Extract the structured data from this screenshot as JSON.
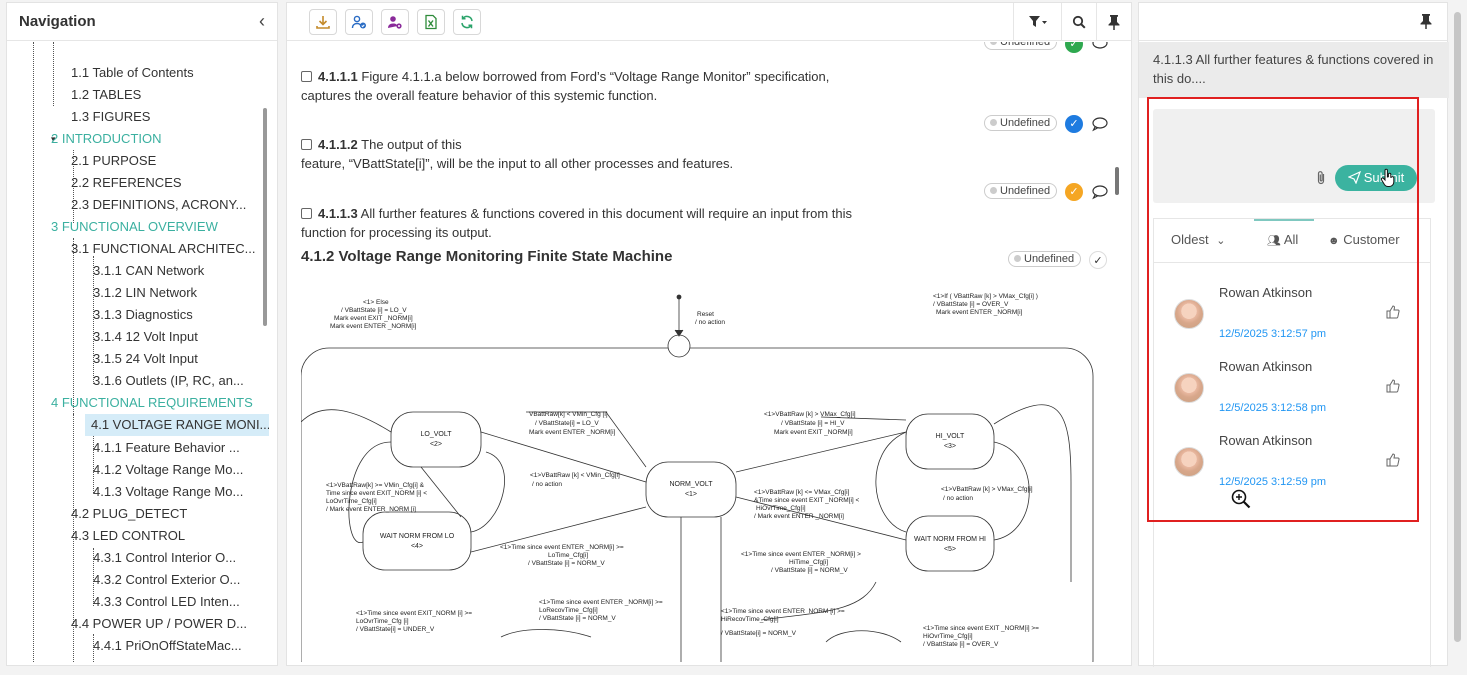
{
  "nav": {
    "title": "Navigation",
    "items": [
      {
        "label": "1.1 Table of Contents",
        "teal": false
      },
      {
        "label": "1.2 TABLES",
        "teal": false
      },
      {
        "label": "1.3 FIGURES",
        "teal": false
      },
      {
        "label": "2 INTRODUCTION",
        "teal": true
      },
      {
        "label": "2.1 PURPOSE",
        "teal": false
      },
      {
        "label": "2.2 REFERENCES",
        "teal": false
      },
      {
        "label": "2.3 DEFINITIONS, ACRONY...",
        "teal": false
      },
      {
        "label": "3 FUNCTIONAL OVERVIEW",
        "teal": true
      },
      {
        "label": "3.1 FUNCTIONAL ARCHITEC...",
        "teal": false
      },
      {
        "label": "3.1.1 CAN Network",
        "teal": false
      },
      {
        "label": "3.1.2 LIN Network",
        "teal": false
      },
      {
        "label": "3.1.3 Diagnostics",
        "teal": false
      },
      {
        "label": "3.1.4 12 Volt Input",
        "teal": false
      },
      {
        "label": "3.1.5 24 Volt Input",
        "teal": false
      },
      {
        "label": "3.1.6 Outlets (IP, RC, an...",
        "teal": false
      },
      {
        "label": "4 FUNCTIONAL REQUIREMENTS",
        "teal": true
      },
      {
        "label": "4.1 VOLTAGE RANGE MONI...",
        "teal": false
      },
      {
        "label": "4.1.1 Feature Behavior ...",
        "teal": false
      },
      {
        "label": "4.1.2 Voltage Range Mo...",
        "teal": false
      },
      {
        "label": "4.1.3 Voltage Range Mo...",
        "teal": false
      },
      {
        "label": "4.2 PLUG_DETECT",
        "teal": false
      },
      {
        "label": "4.3 LED CONTROL",
        "teal": false
      },
      {
        "label": "4.3.1 Control Interior O...",
        "teal": false
      },
      {
        "label": "4.3.2 Control Exterior O...",
        "teal": false
      },
      {
        "label": "4.3.3 Control LED Inten...",
        "teal": false
      },
      {
        "label": "4.4 POWER UP / POWER D...",
        "teal": false
      },
      {
        "label": "4.4.1 PriOnOffStateMac...",
        "teal": false
      }
    ]
  },
  "main": {
    "requirements": [
      {
        "id": "4.1.1.1",
        "line1": " Figure 4.1.1.a below borrowed from Ford’s “Voltage Range Monitor” specification,",
        "line2": "captures the overall feature behavior of this systemic function."
      },
      {
        "id": "4.1.1.2",
        "line1": " The output of this",
        "line2": "feature, “VBattState[i]”, will be the input to all other processes and features."
      },
      {
        "id": "4.1.1.3",
        "line1": " All further features & functions covered in this document will require an input from this",
        "line2": "function for processing its output."
      }
    ],
    "status_label": "Undefined",
    "section_title": "4.1.2 Voltage Range Monitoring Finite State Machine",
    "diagram": {
      "states": [
        "LO_VOLT",
        "<2>",
        "NORM_VOLT",
        "<1>",
        "HI_VOLT",
        "<3>",
        "WAIT NORM FROM LO",
        "<4>",
        "WAIT NORM FROM HI",
        "<5>"
      ],
      "labels": {
        "else1": "<1> Else",
        "else2": "/ VBattState [i] = LO_V",
        "else3": "Mark event EXIT _NORM[i]",
        "else4": "Mark event ENTER _NORM[i]",
        "reset1": "Reset",
        "reset2": "/ no action",
        "if1": "<1>If ( VBattRaw [k] > VMax_Cfg[i] )",
        "if2": "/ VBattState [i] = OVER_V",
        "if3": "Mark event ENTER _NORM[i]",
        "lo1": "VBattRaw[k] < VMin_Cfg [i]",
        "lo2": "/ VBattState[i] = LO_V",
        "lo3": "Mark event ENTER _NORM[i]",
        "hi1": "<1>VBattRaw [k] > VMax_Cfg[i]",
        "hi2": "/ VBattState [i] = HI_V",
        "hi3": "Mark event EXIT _NORM[i]",
        "min1": "<1>VBattRaw [k] < VMin_Cfg[i]",
        "min2": "/ no action",
        "max1": "<1>VBattRaw [k] > VMax_Cfg[i]",
        "max2": "/ no action",
        "w1": "<1>VBattRaw[k] >= VMin_Cfg[i] &",
        "w2": "Time since event EXIT_NORM [i] <",
        "w3": "LoOvrTime_Cfg[i]",
        "w4": "/ Mark event ENTER_NORM [i]",
        "h1": "<1>VBattRaw [k] <= VMax_Cfg[i]",
        "h2": "&Time since event EXIT _NORM[i] <",
        "h3": "HiOvrTime_Cfg[i]",
        "h4": "/ Mark event ENTER _NORM[i]",
        "t1": "<1>Time since event ENTER _NORM[i] >=",
        "t2": "LoTime_Cfg[i]",
        "t3": "/ VBattState [i] = NORM_V",
        "u1": "<1>Time since event ENTER _NORM[i] >",
        "u2": "HiTime_Cfg[i]",
        "u3": "/ VBattState [i] = NORM_V",
        "b1": "<1>Time since event EXIT_NORM [i] >=",
        "b2": "LoOvrTime_Cfg [i]",
        "b3": "/ VBattState[i] = UNDER_V",
        "c1": "<1>Time since event ENTER _NORM[i] >=",
        "c2": "LoRecovTime_Cfg[i]",
        "c3": "/ VBattState [i] = NORM_V",
        "d1": "<1>Time since event ENTER_NORM [i] >=",
        "d2": "HiRecovTime_Cfg[i]",
        "d3": "/ VBattState[i] = NORM_V",
        "e1": "<1>Time since event EXIT _NORM[i] >=",
        "e2": "HiOvrTime_Cfg[i]",
        "e3": "/ VBattState [i] = OVER_V"
      }
    }
  },
  "right": {
    "context": "4.1.1.3 All further features & functions covered in this do....",
    "submit_label": "Submit",
    "sort_label": "Oldest",
    "tab_all": "All",
    "tab_customer": "Customer",
    "comments": [
      {
        "author": "Rowan Atkinson",
        "time": "12/5/2025 3:12:57 pm"
      },
      {
        "author": "Rowan Atkinson",
        "time": "12/5/2025 3:12:58 pm"
      },
      {
        "author": "Rowan Atkinson",
        "time": "12/5/2025 3:12:59 pm"
      }
    ]
  },
  "colors": {
    "teal": "#3bb0a0",
    "blue_check": "#1e7be0",
    "orange_check": "#f5a623",
    "highlight": "#e02020",
    "link": "#2196f3"
  }
}
